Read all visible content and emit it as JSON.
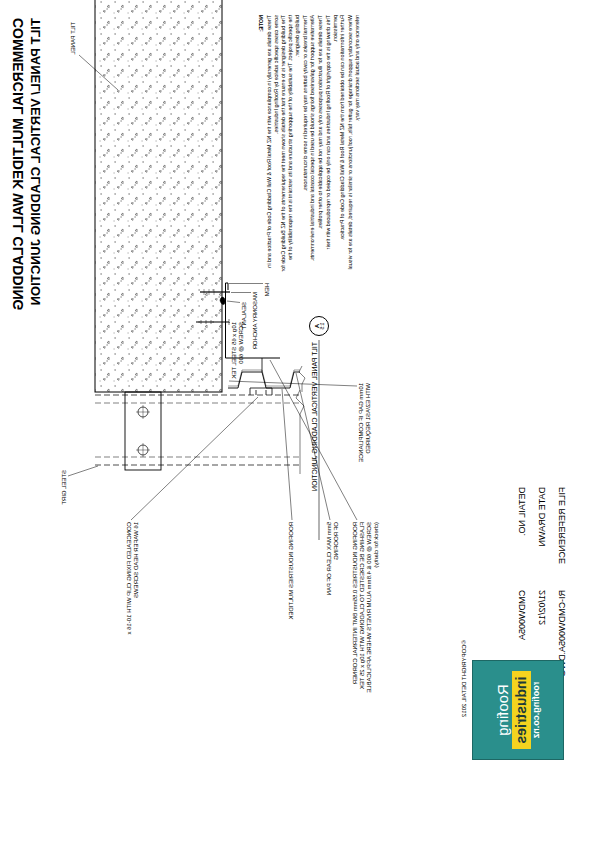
{
  "diagram": {
    "title": "COMMERCIAL MULTIDEK WALL CLADDING",
    "nodes": [
      {
        "text": [
          "A",
          "1:5"
        ]
      },
      {
        "text": [
          "Roofing",
          "industries",
          "roofing.co.nz"
        ]
      }
    ],
    "labels": [
      "TILT PANEL/ VERTICAL CLADDING JUNCTION",
      "TILT PANEL",
      "STEEL GIRT",
      "CONCEALED FIXING CLIP WITH 10-16 x 16 WAFER HEAD SCREWS",
      "ROOFING INDUSTRIES MULTIDEK",
      "5mm MAX CLEAR OF PAN OF ROOFING",
      "ROOFING INDUSTRIES 0.55mm BMT INTERNAL CORNER FLASHING BE CRESTED TO CLADDING WITH 10g x 25 TEK SCREW @ 600 & 4.8mm ALUM RIVETS WHERE APPLICABLE (check for clarity)",
      "10g x 65 STEEL TEK SCREW @ 600",
      "SEALANT",
      "MASONRY ANCHOR",
      "HEM",
      "TILT PANEL VERTICAL CLADDING JUNCTION",
      "10mm GAP IF COMPLIANCE WITH E2/AS1 REQUIRED",
      "DETAIL NO.",
      "CMDW005A",
      "DATE DRAWN",
      "21/02/12",
      "FILE REFERENCE",
      "RI-CMDW005A.DWG",
      "©COPYRIGHT DETAIL 2012",
      "NOTE:",
      "These details are generally in compliance with the NZ Metal Roof & Wall Cladding Code of Practice and in some cases specific advice by Roofing Industries.",
      "The building designer is to ensure that the details shown meet the requirements of the NZ Building Code for the specific project. The suitability of the supporting structure and its restraint is the responsibility of the building designer.",
      "Thermal breaks or cavity battens may be required in some circumstances.",
      "Alternative support for galvanised fixings should be used in special coastal and industrial environments.",
      "These details are for illustration purposes only and may not be applicable to other profiles.",
      "This drawing is the copyright of Roofing Industries and can only be copied or reproduced with their permission.",
      "Further information can be obtained from the NZ Metal Roof & Wall Cladding Code of Practice.",
      "Where secondary support drainage for gutter falls, roof junctions or similar is required, details are for visual reference only and actual sections may vary."
    ]
  }
}
